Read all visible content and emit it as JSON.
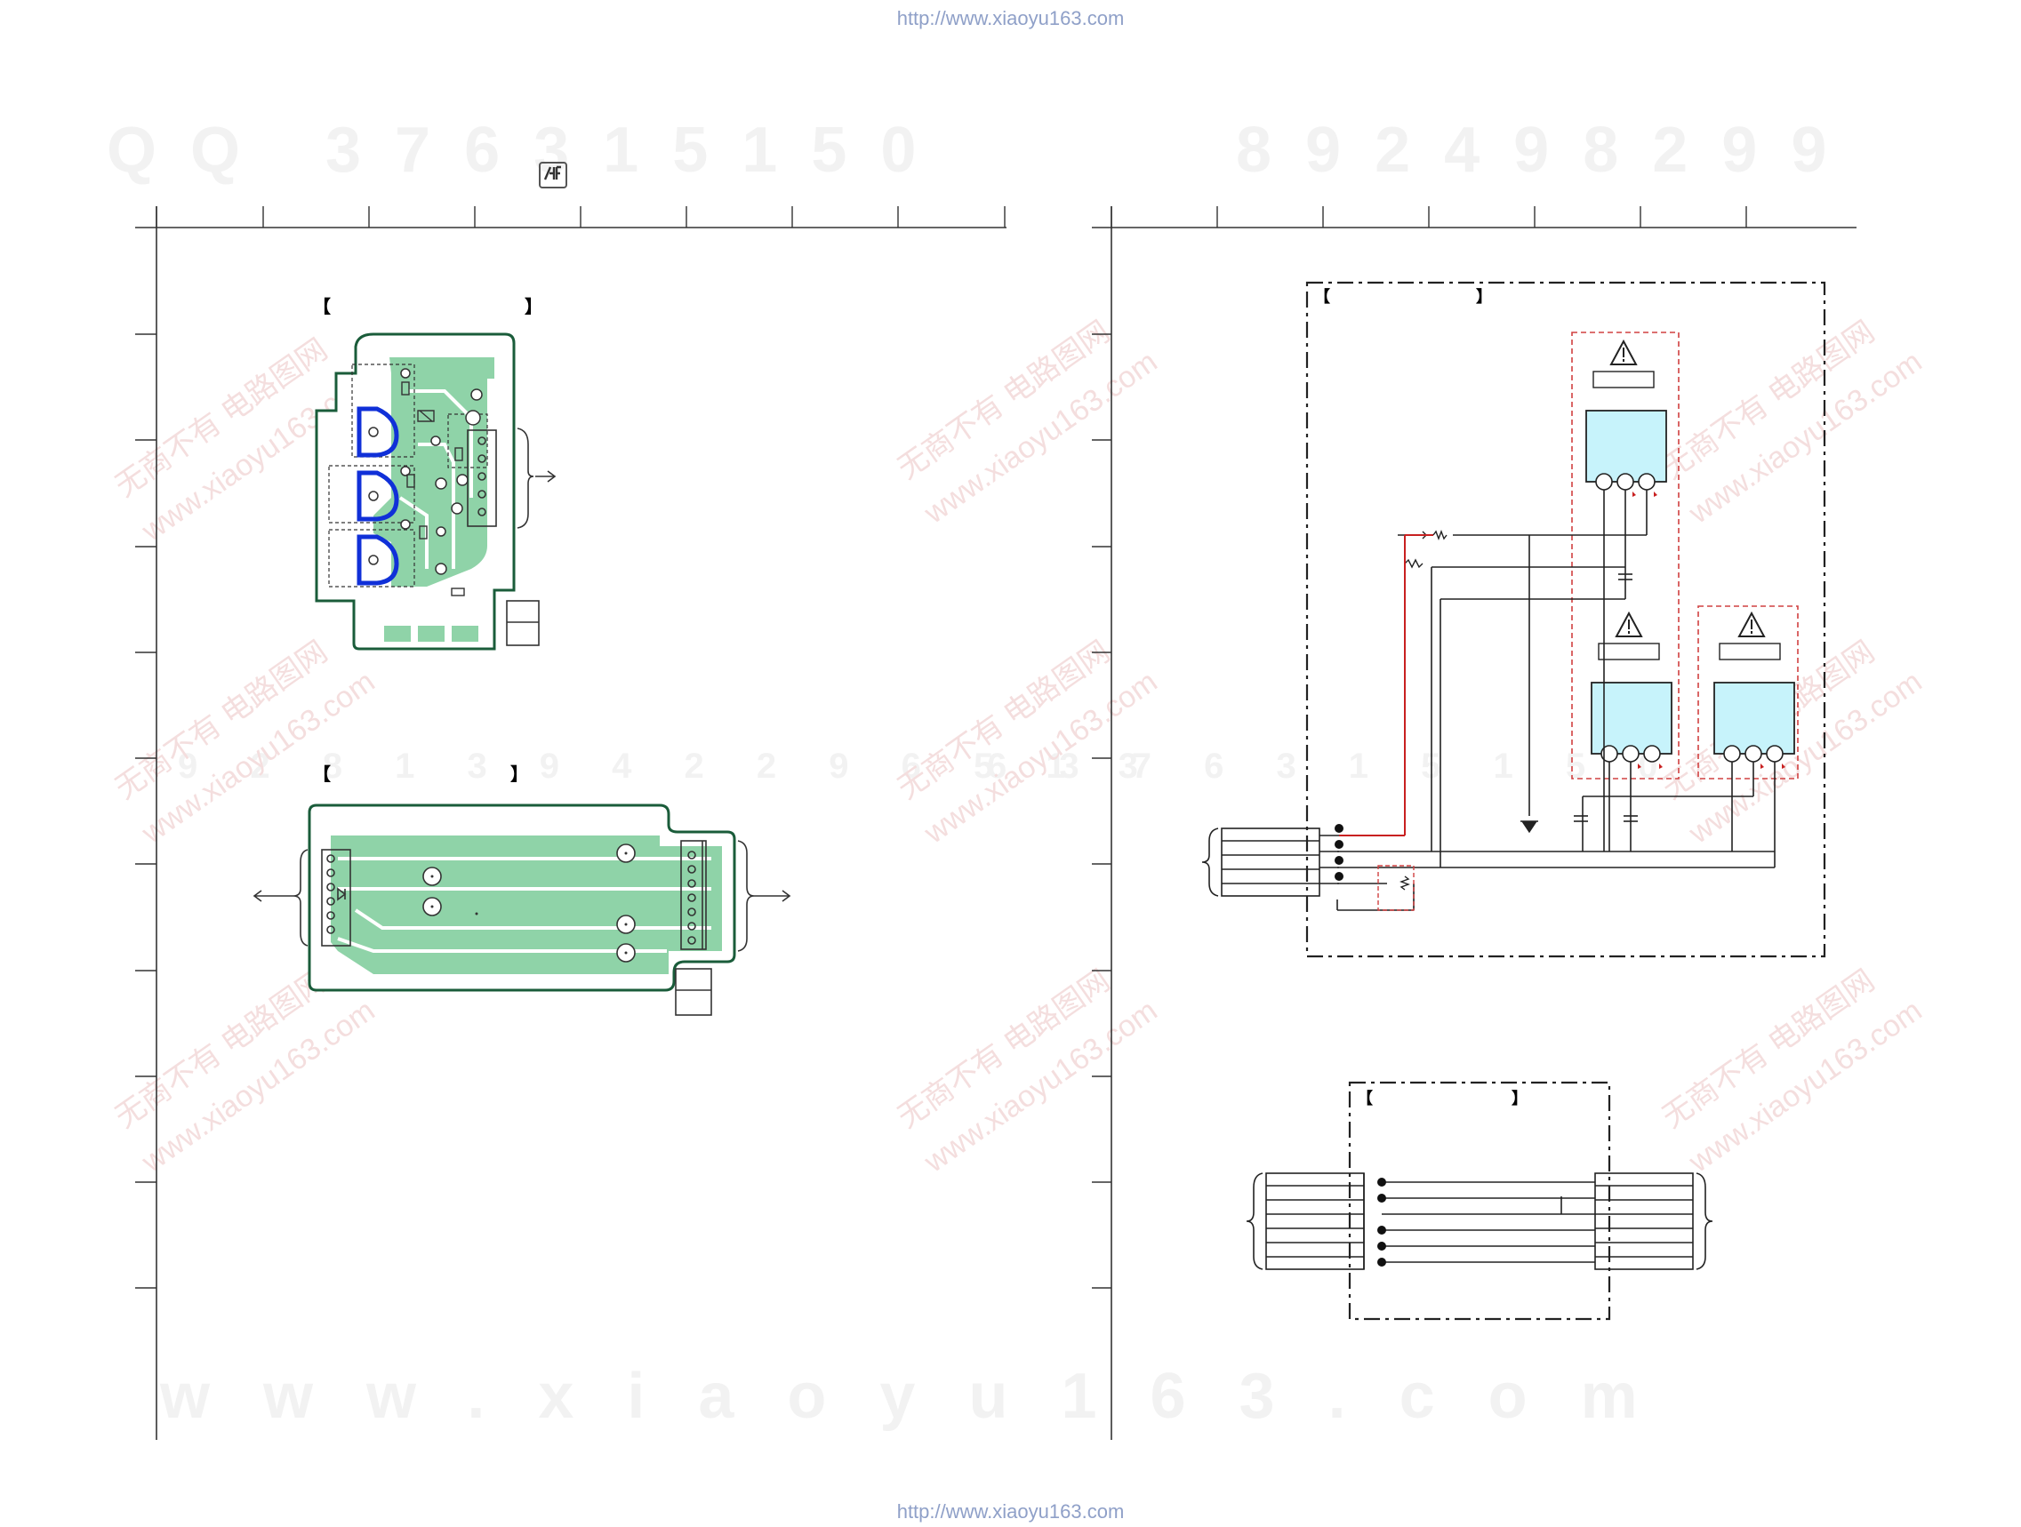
{
  "header_url": "http://www.xiaoyu163.com",
  "footer_url": "http://www.xiaoyu163.com",
  "watermarks": {
    "top_left": "QQ 376315150",
    "top_right": "892498299",
    "middle": "9 2 8 1 3 9 4 2 2 9 6 5 1 3",
    "middle_right": "6 3 7 6 3 1 5 1 5 0",
    "bottom": "www.xiaoyu163.com",
    "diagonal_cn": "无商不有 电路图网",
    "diagonal_url": "www.xiaoyu163.com"
  },
  "logo_icon": "sony-logo-icon",
  "colors": {
    "pcb_fill": "#8fd3a8",
    "pcb_outline": "#1a5c3a",
    "highlight_blue": "#1030d8",
    "ic_fill": "#c7f3fb",
    "warning_dash": "#d04040",
    "hot_wire": "#c82020"
  }
}
